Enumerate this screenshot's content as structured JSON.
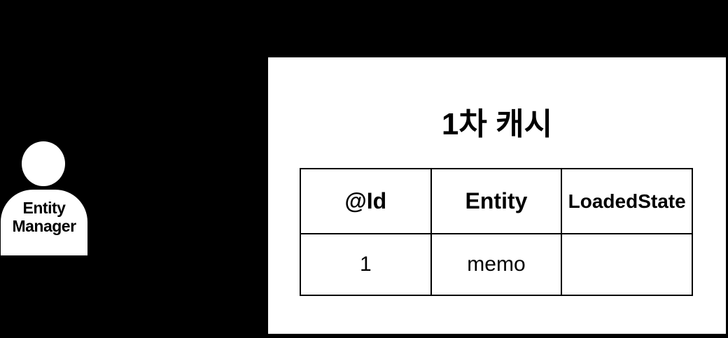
{
  "scene": {
    "background_color": "#000000",
    "panel_color": "#ffffff",
    "text_color": "#000000",
    "border_color": "#000000"
  },
  "actor": {
    "label_line1": "Entity",
    "label_line2": "Manager"
  },
  "cache": {
    "title": "1차 캐시",
    "table": {
      "headers": [
        "@Id",
        "Entity",
        "LoadedState"
      ],
      "rows": [
        [
          "1",
          "memo",
          ""
        ]
      ]
    }
  }
}
